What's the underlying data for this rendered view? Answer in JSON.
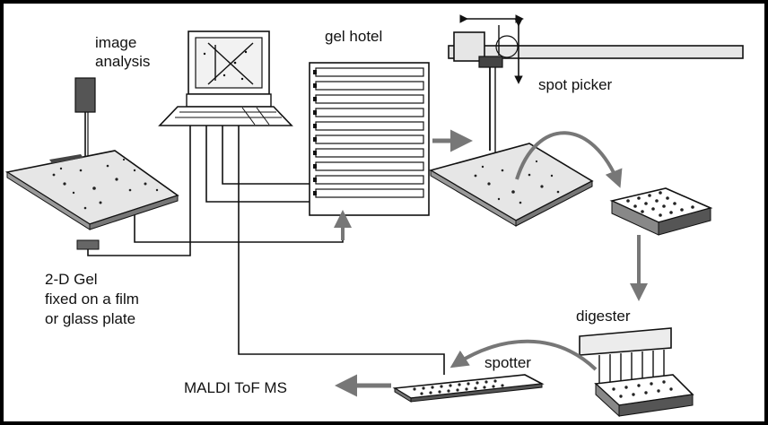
{
  "diagram": {
    "labels": {
      "image_analysis_line1": "image",
      "image_analysis_line2": "analysis",
      "gel_hotel": "gel hotel",
      "spot_picker": "spot picker",
      "gel_line1": "2-D Gel",
      "gel_line2": "fixed on a film",
      "gel_line3": "or glass plate",
      "digester": "digester",
      "spotter": "spotter",
      "maldi": "MALDI ToF MS"
    },
    "colors": {
      "background": "#000000",
      "panel": "#ffffff",
      "line": "#111111",
      "arrow_gray": "#777777",
      "gel_fill": "#e6e6e6"
    }
  }
}
